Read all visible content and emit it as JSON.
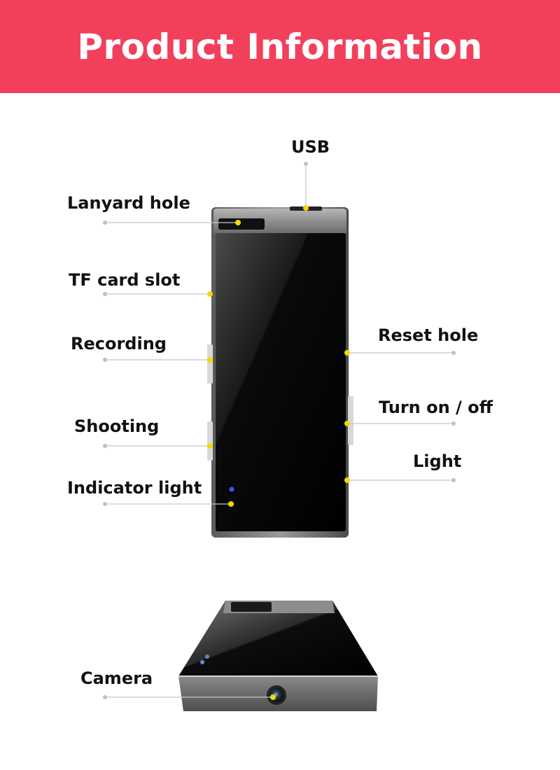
{
  "header": {
    "title": "Product Information",
    "background_color": "#f2405c"
  },
  "callouts": {
    "usb": "USB",
    "lanyard_hole": "Lanyard hole",
    "tf_card_slot": "TF card slot",
    "recording": "Recording",
    "shooting": "Shooting",
    "indicator_light": "Indicator light",
    "reset_hole": "Reset hole",
    "turn_on_off": "Turn on / off",
    "light": "Light",
    "camera": "Camera"
  },
  "colors": {
    "marker": "#f5d800",
    "leader_line": "#c8c8c8",
    "device_body": "#2a2a2a",
    "indicator_led": "#2f5bff"
  }
}
